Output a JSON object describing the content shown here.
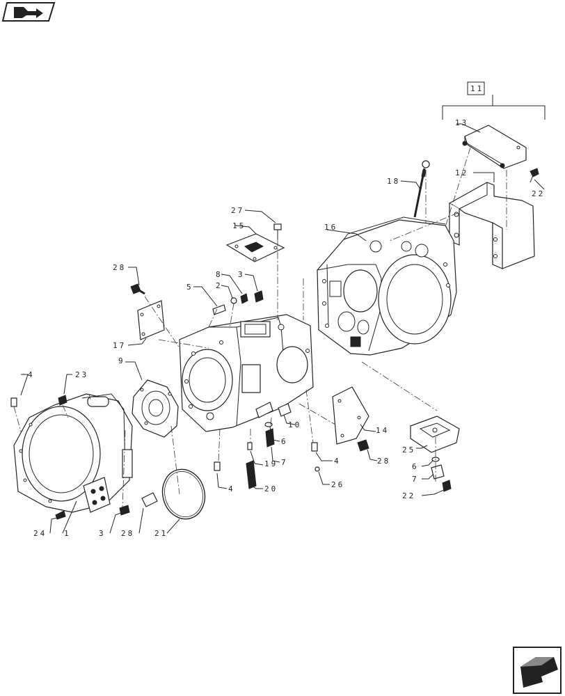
{
  "navigation": {
    "top_icon": "back-arrow-icon",
    "bottom_icon": "next-page-arrow-icon"
  },
  "callouts": {
    "c11": "11",
    "c13": "13",
    "c12": "12",
    "c22a": "22",
    "c18": "18",
    "c16": "16",
    "c27": "27",
    "c15": "15",
    "c28a": "28",
    "c8": "8",
    "c3a": "3",
    "c5": "5",
    "c2": "2",
    "c17": "17",
    "c9": "9",
    "c4a": "4",
    "c23": "23",
    "c10": "10",
    "c6a": "6",
    "c19": "19",
    "c7a": "7",
    "c4b": "4",
    "c20": "20",
    "c4c": "4",
    "c26": "26",
    "c14": "14",
    "c28b": "28",
    "c25": "25",
    "c6b": "6",
    "c7b": "7",
    "c22b": "22",
    "c24": "24",
    "c1": "1",
    "c3b": "3",
    "c28c": "28",
    "c21": "21"
  }
}
